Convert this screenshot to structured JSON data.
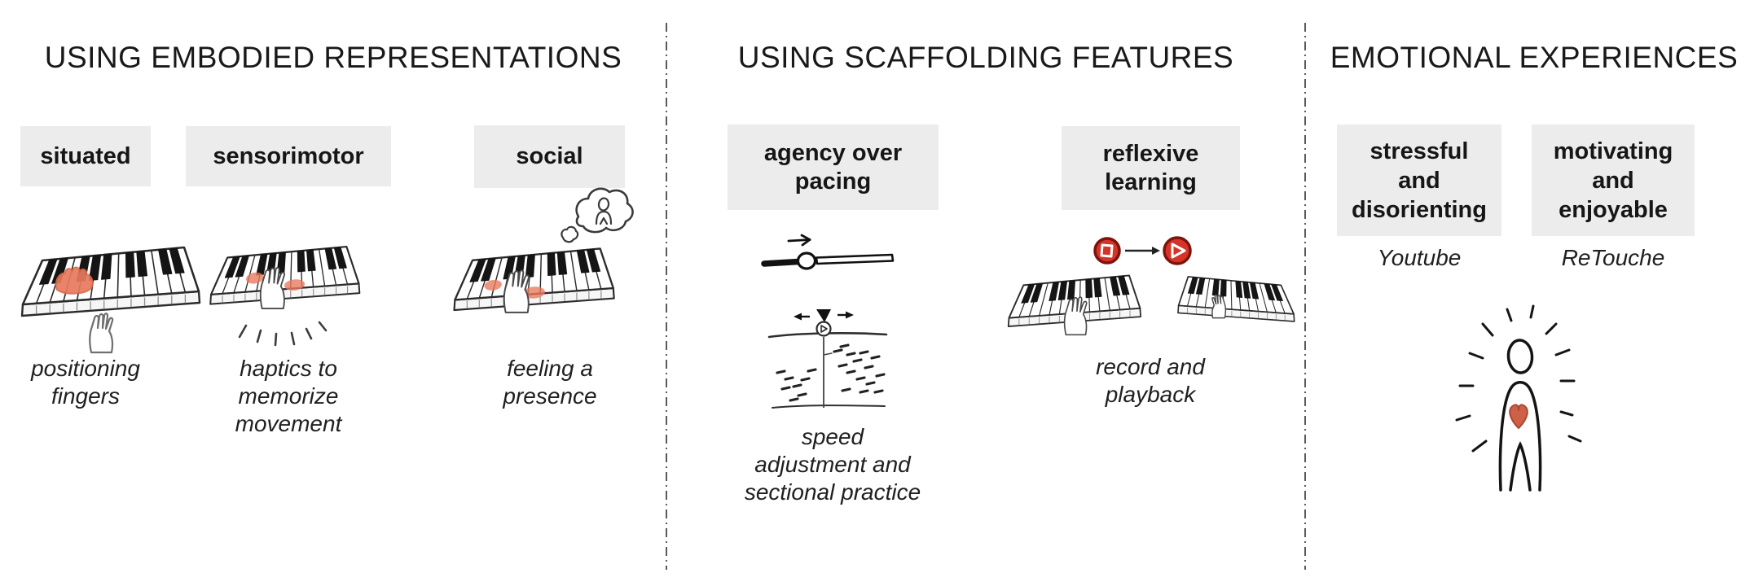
{
  "figure": {
    "sections": [
      {
        "title": "USING EMBODIED REPRESENTATIONS",
        "items": [
          {
            "label": "situated",
            "caption": "positioning\nfingers"
          },
          {
            "label": "sensorimotor",
            "caption": "haptics to\nmemorize\nmovement"
          },
          {
            "label": "social",
            "caption": "feeling a\npresence"
          }
        ]
      },
      {
        "title": "USING SCAFFOLDING FEATURES",
        "items": [
          {
            "label": "agency over\npacing",
            "caption": "speed\nadjustment and\nsectional practice"
          },
          {
            "label": "reflexive\nlearning",
            "caption": "record and\nplayback"
          }
        ]
      },
      {
        "title": "EMOTIONAL EXPERIENCES",
        "items": [
          {
            "label": "stressful\nand\ndisorienting",
            "app": "Youtube"
          },
          {
            "label": "motivating\nand\nenjoyable",
            "app": "ReTouche"
          }
        ]
      }
    ],
    "colors": {
      "box_bg": "#ececec",
      "ink": "#1c1c1c",
      "accent_orange": "#e87a5e",
      "record_red": "#d63429"
    },
    "icons": {
      "piano-keyboard-icon": "hand-drawn piano keys",
      "hand-icon": "sketched hand outline",
      "handprint-icon": "orange hand print on keys",
      "vibration-lines-icon": "haptic vibration dashes",
      "thought-bubble-person-icon": "thought cloud with person",
      "speed-slider-icon": "slider with right arrow",
      "timeline-playhead-icon": "playhead over note roll",
      "record-button-icon": "red circle with stop square",
      "play-button-icon": "red circle with play triangle",
      "person-heart-icon": "radiating figure with heart"
    }
  }
}
